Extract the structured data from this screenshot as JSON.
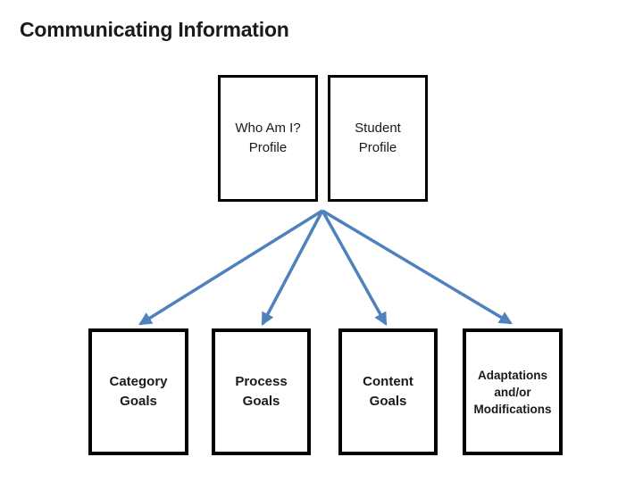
{
  "slide": {
    "title": "Communicating Information",
    "colors": {
      "background": "#ffffff",
      "title_text": "#1a1a1a",
      "box_border": "#000000",
      "box_text": "#1a1a1a",
      "arrow": "#4f81bd"
    },
    "top_boxes": [
      {
        "label": "Who Am I?\nProfile"
      },
      {
        "label": "Student\nProfile"
      }
    ],
    "bottom_boxes": [
      {
        "label": "Category\nGoals"
      },
      {
        "label": "Process\nGoals"
      },
      {
        "label": "Content\nGoals"
      },
      {
        "label": "Adaptations\nand/or\nModifications"
      }
    ]
  }
}
